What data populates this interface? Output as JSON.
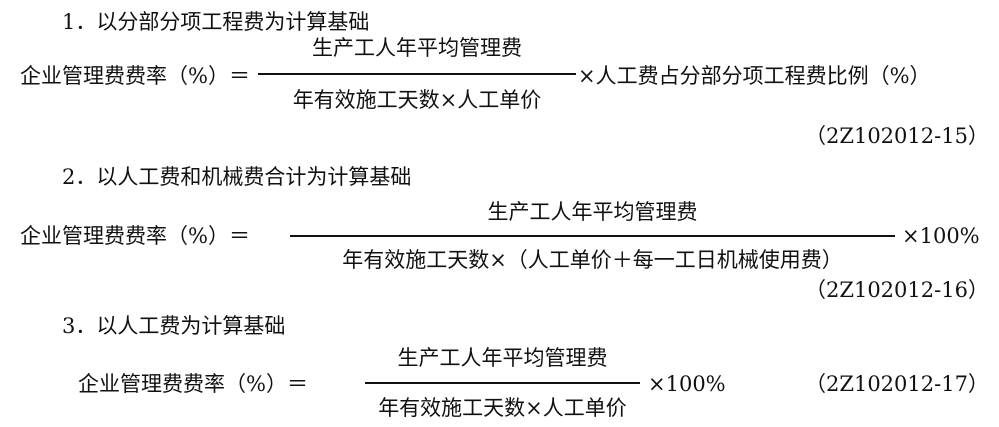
{
  "sections": [
    {
      "heading": "1．以分部分项工程费为计算基础",
      "lhs": "企业管理费费率（%）＝",
      "numerator": "生产工人年平均管理费",
      "denominator": "年有效施工天数×人工单价",
      "rhs": "×人工费占分部分项工程费比例（%）",
      "eq_no": "（2Z102012-15）"
    },
    {
      "heading": "2．以人工费和机械费合计为计算基础",
      "lhs": "企业管理费费率（%）＝",
      "numerator": "生产工人年平均管理费",
      "denominator": "年有效施工天数×（人工单价＋每一工日机械使用费）",
      "rhs": "×100%",
      "eq_no": "（2Z102012-16）"
    },
    {
      "heading": "3．以人工费为计算基础",
      "lhs": "企业管理费费率（%）＝",
      "numerator": "生产工人年平均管理费",
      "denominator": "年有效施工天数×人工单价",
      "rhs": "×100%",
      "eq_no": "（2Z102012-17）"
    }
  ]
}
